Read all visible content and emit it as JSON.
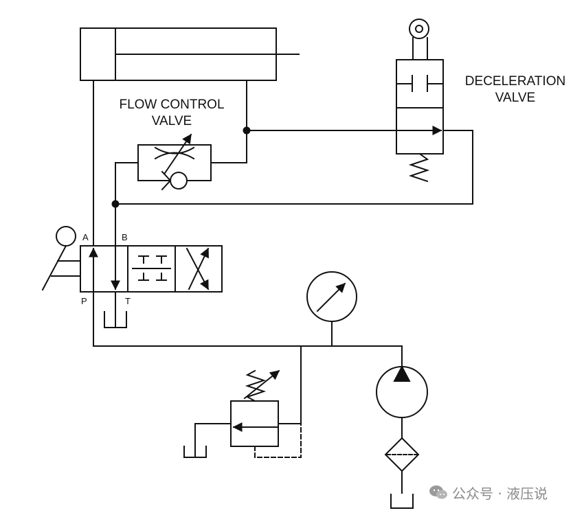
{
  "labels": {
    "flow_control_valve_line1": "FLOW CONTROL",
    "flow_control_valve_line2": "VALVE",
    "deceleration_valve_line1": "DECELERATION",
    "deceleration_valve_line2": "VALVE"
  },
  "ports": {
    "a": "A",
    "b": "B",
    "p": "P",
    "t": "T"
  },
  "watermark": {
    "text": "公众号 · 液压说",
    "icon": "wechat-icon"
  },
  "colors": {
    "line": "#111111",
    "background": "#ffffff",
    "watermark": "#8a8a8a"
  }
}
